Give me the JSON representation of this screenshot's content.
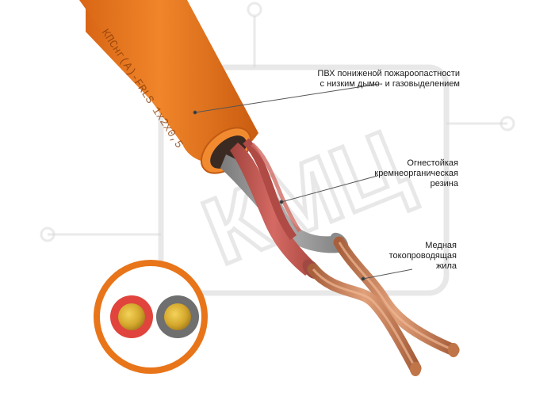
{
  "cable": {
    "marking": "КПСнг(А)-FRLS 1x2x0,5"
  },
  "watermark": {
    "text": "КМЦ"
  },
  "callouts": {
    "pvc": [
      "ПВХ пониженой пожароопастности",
      "с низким дымо- и газовыделением"
    ],
    "rubber": [
      "Огнестойкая",
      "кремнеорганическая",
      "резина"
    ],
    "copper": [
      "Медная",
      "токопроводящая",
      "жила"
    ]
  },
  "colors": {
    "sheath": "#e8751a",
    "sheath_dark": "#c85a0e",
    "core_red": "#d5413a",
    "core_gray": "#7c7c7c",
    "copper": "#c97a52",
    "insulation_gray": "#9a9a9a",
    "insulation_red": "#b85650"
  }
}
